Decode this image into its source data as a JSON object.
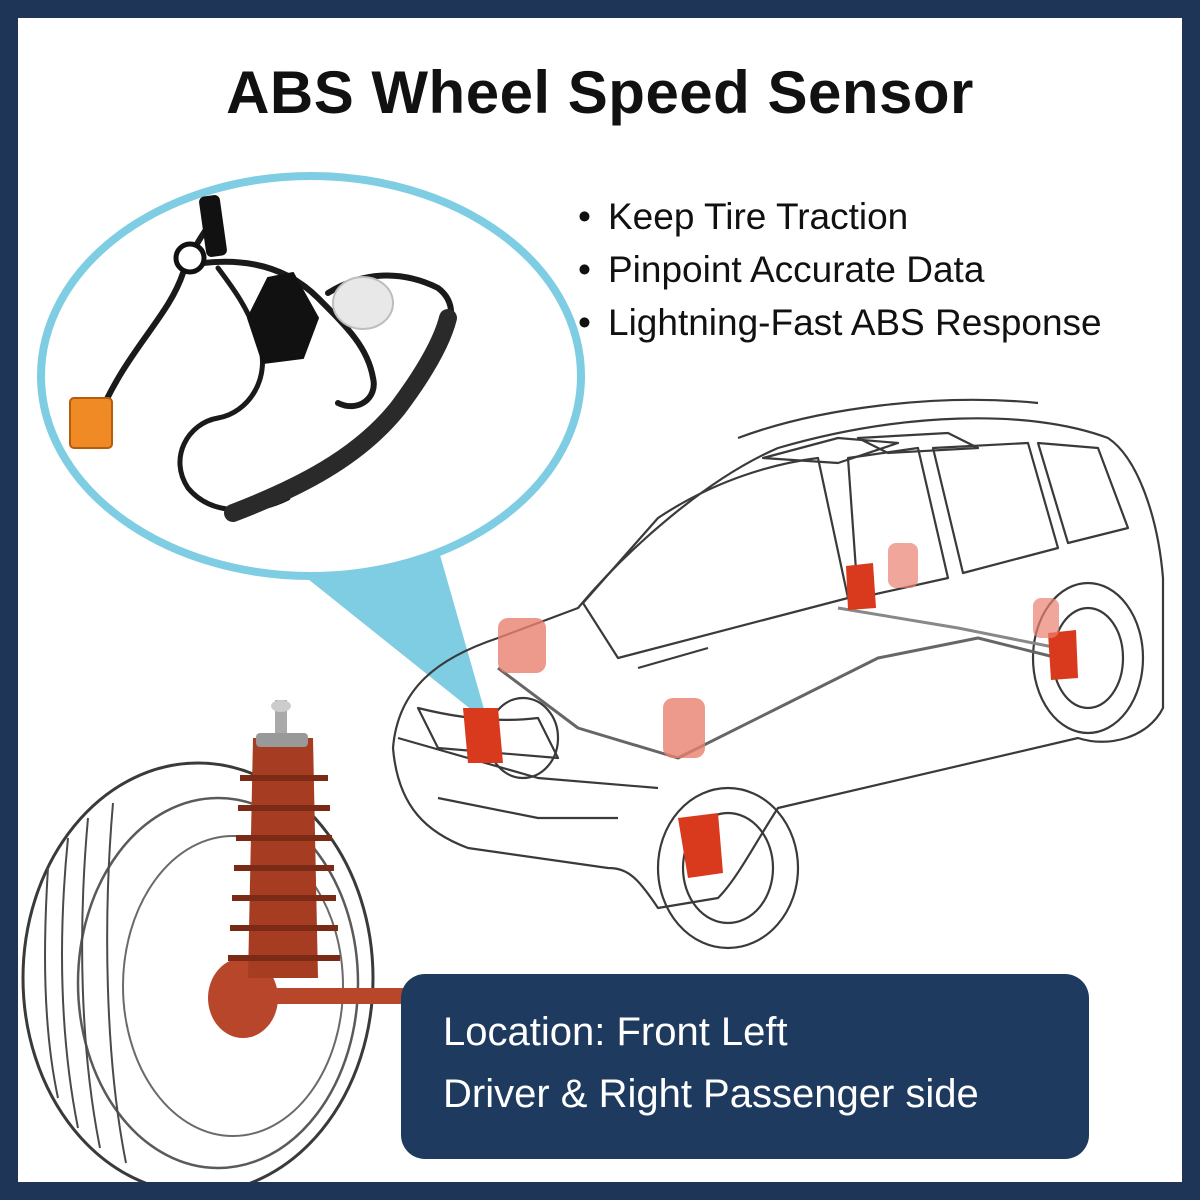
{
  "title": "ABS Wheel Speed Sensor",
  "features": [
    "Keep Tire Traction",
    "Pinpoint Accurate Data",
    "Lightning-Fast ABS Response"
  ],
  "location": {
    "line1": "Location: Front Left",
    "line2": "Driver & Right Passenger side"
  },
  "colors": {
    "frame": "#1e3557",
    "callout": "#7ecde3",
    "box": "#1e3a5f",
    "caliper": "#d9391c",
    "connector": "#f08a24"
  },
  "icons": [
    "sensor-cable-image",
    "car-illustration",
    "wheel-suspension-image"
  ]
}
